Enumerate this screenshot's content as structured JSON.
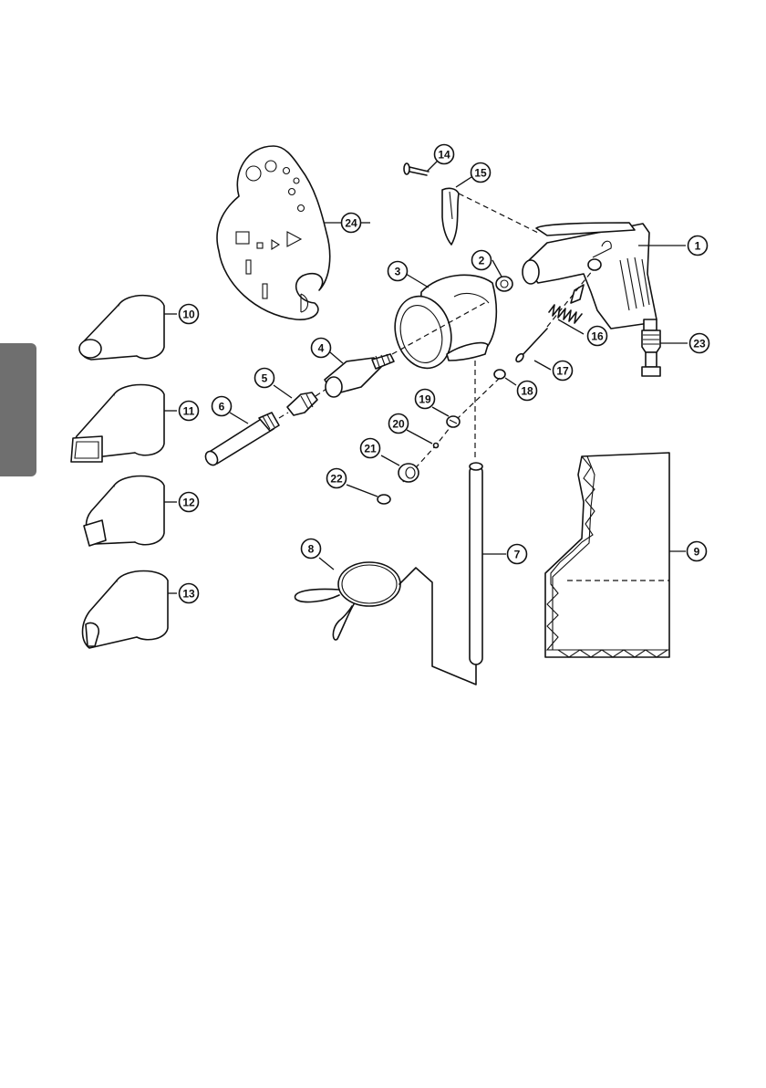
{
  "callouts": [
    {
      "id": "1",
      "label": "1"
    },
    {
      "id": "2",
      "label": "2"
    },
    {
      "id": "3",
      "label": "3"
    },
    {
      "id": "4",
      "label": "4"
    },
    {
      "id": "5",
      "label": "5"
    },
    {
      "id": "6",
      "label": "6"
    },
    {
      "id": "7",
      "label": "7"
    },
    {
      "id": "8",
      "label": "8"
    },
    {
      "id": "9",
      "label": "9"
    },
    {
      "id": "10",
      "label": "10"
    },
    {
      "id": "11",
      "label": "11"
    },
    {
      "id": "12",
      "label": "12"
    },
    {
      "id": "13",
      "label": "13"
    },
    {
      "id": "14",
      "label": "14"
    },
    {
      "id": "15",
      "label": "15"
    },
    {
      "id": "16",
      "label": "16"
    },
    {
      "id": "17",
      "label": "17"
    },
    {
      "id": "18",
      "label": "18"
    },
    {
      "id": "19",
      "label": "19"
    },
    {
      "id": "20",
      "label": "20"
    },
    {
      "id": "21",
      "label": "21"
    },
    {
      "id": "22",
      "label": "22"
    },
    {
      "id": "23",
      "label": "23"
    },
    {
      "id": "24",
      "label": "24"
    }
  ],
  "colors": {
    "ink": "#111111",
    "side_tab": "#6f6f6f",
    "background": "#ffffff"
  }
}
